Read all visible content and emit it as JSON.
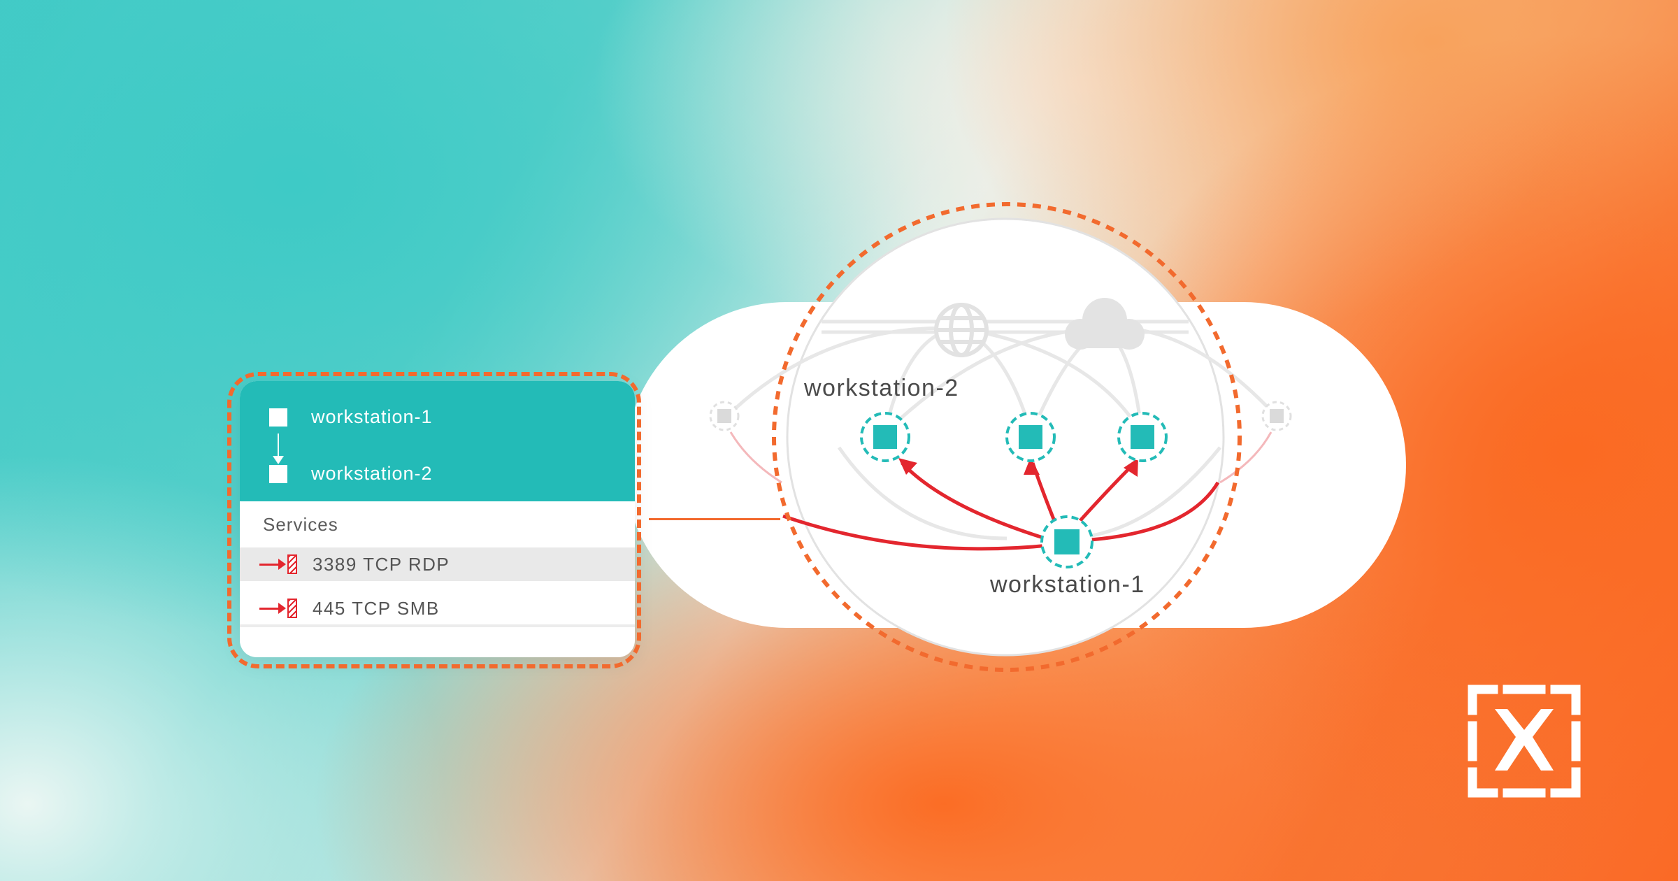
{
  "card": {
    "source_host": "workstation-1",
    "target_host": "workstation-2",
    "services_label": "Services",
    "services": [
      {
        "label": "3389 TCP RDP",
        "selected": true
      },
      {
        "label": "445 TCP SMB",
        "selected": false
      }
    ]
  },
  "diagram": {
    "hosts": [
      {
        "label": "workstation-2"
      },
      {
        "label": "workstation-1"
      }
    ],
    "icons": [
      "globe-icon",
      "cloud-icon"
    ]
  },
  "colors": {
    "teal": "#23bbb7",
    "accent_orange": "#f26a2e",
    "threat_red": "#e3262e"
  },
  "brand": {
    "logo_icon": "brand-logo-icon"
  }
}
